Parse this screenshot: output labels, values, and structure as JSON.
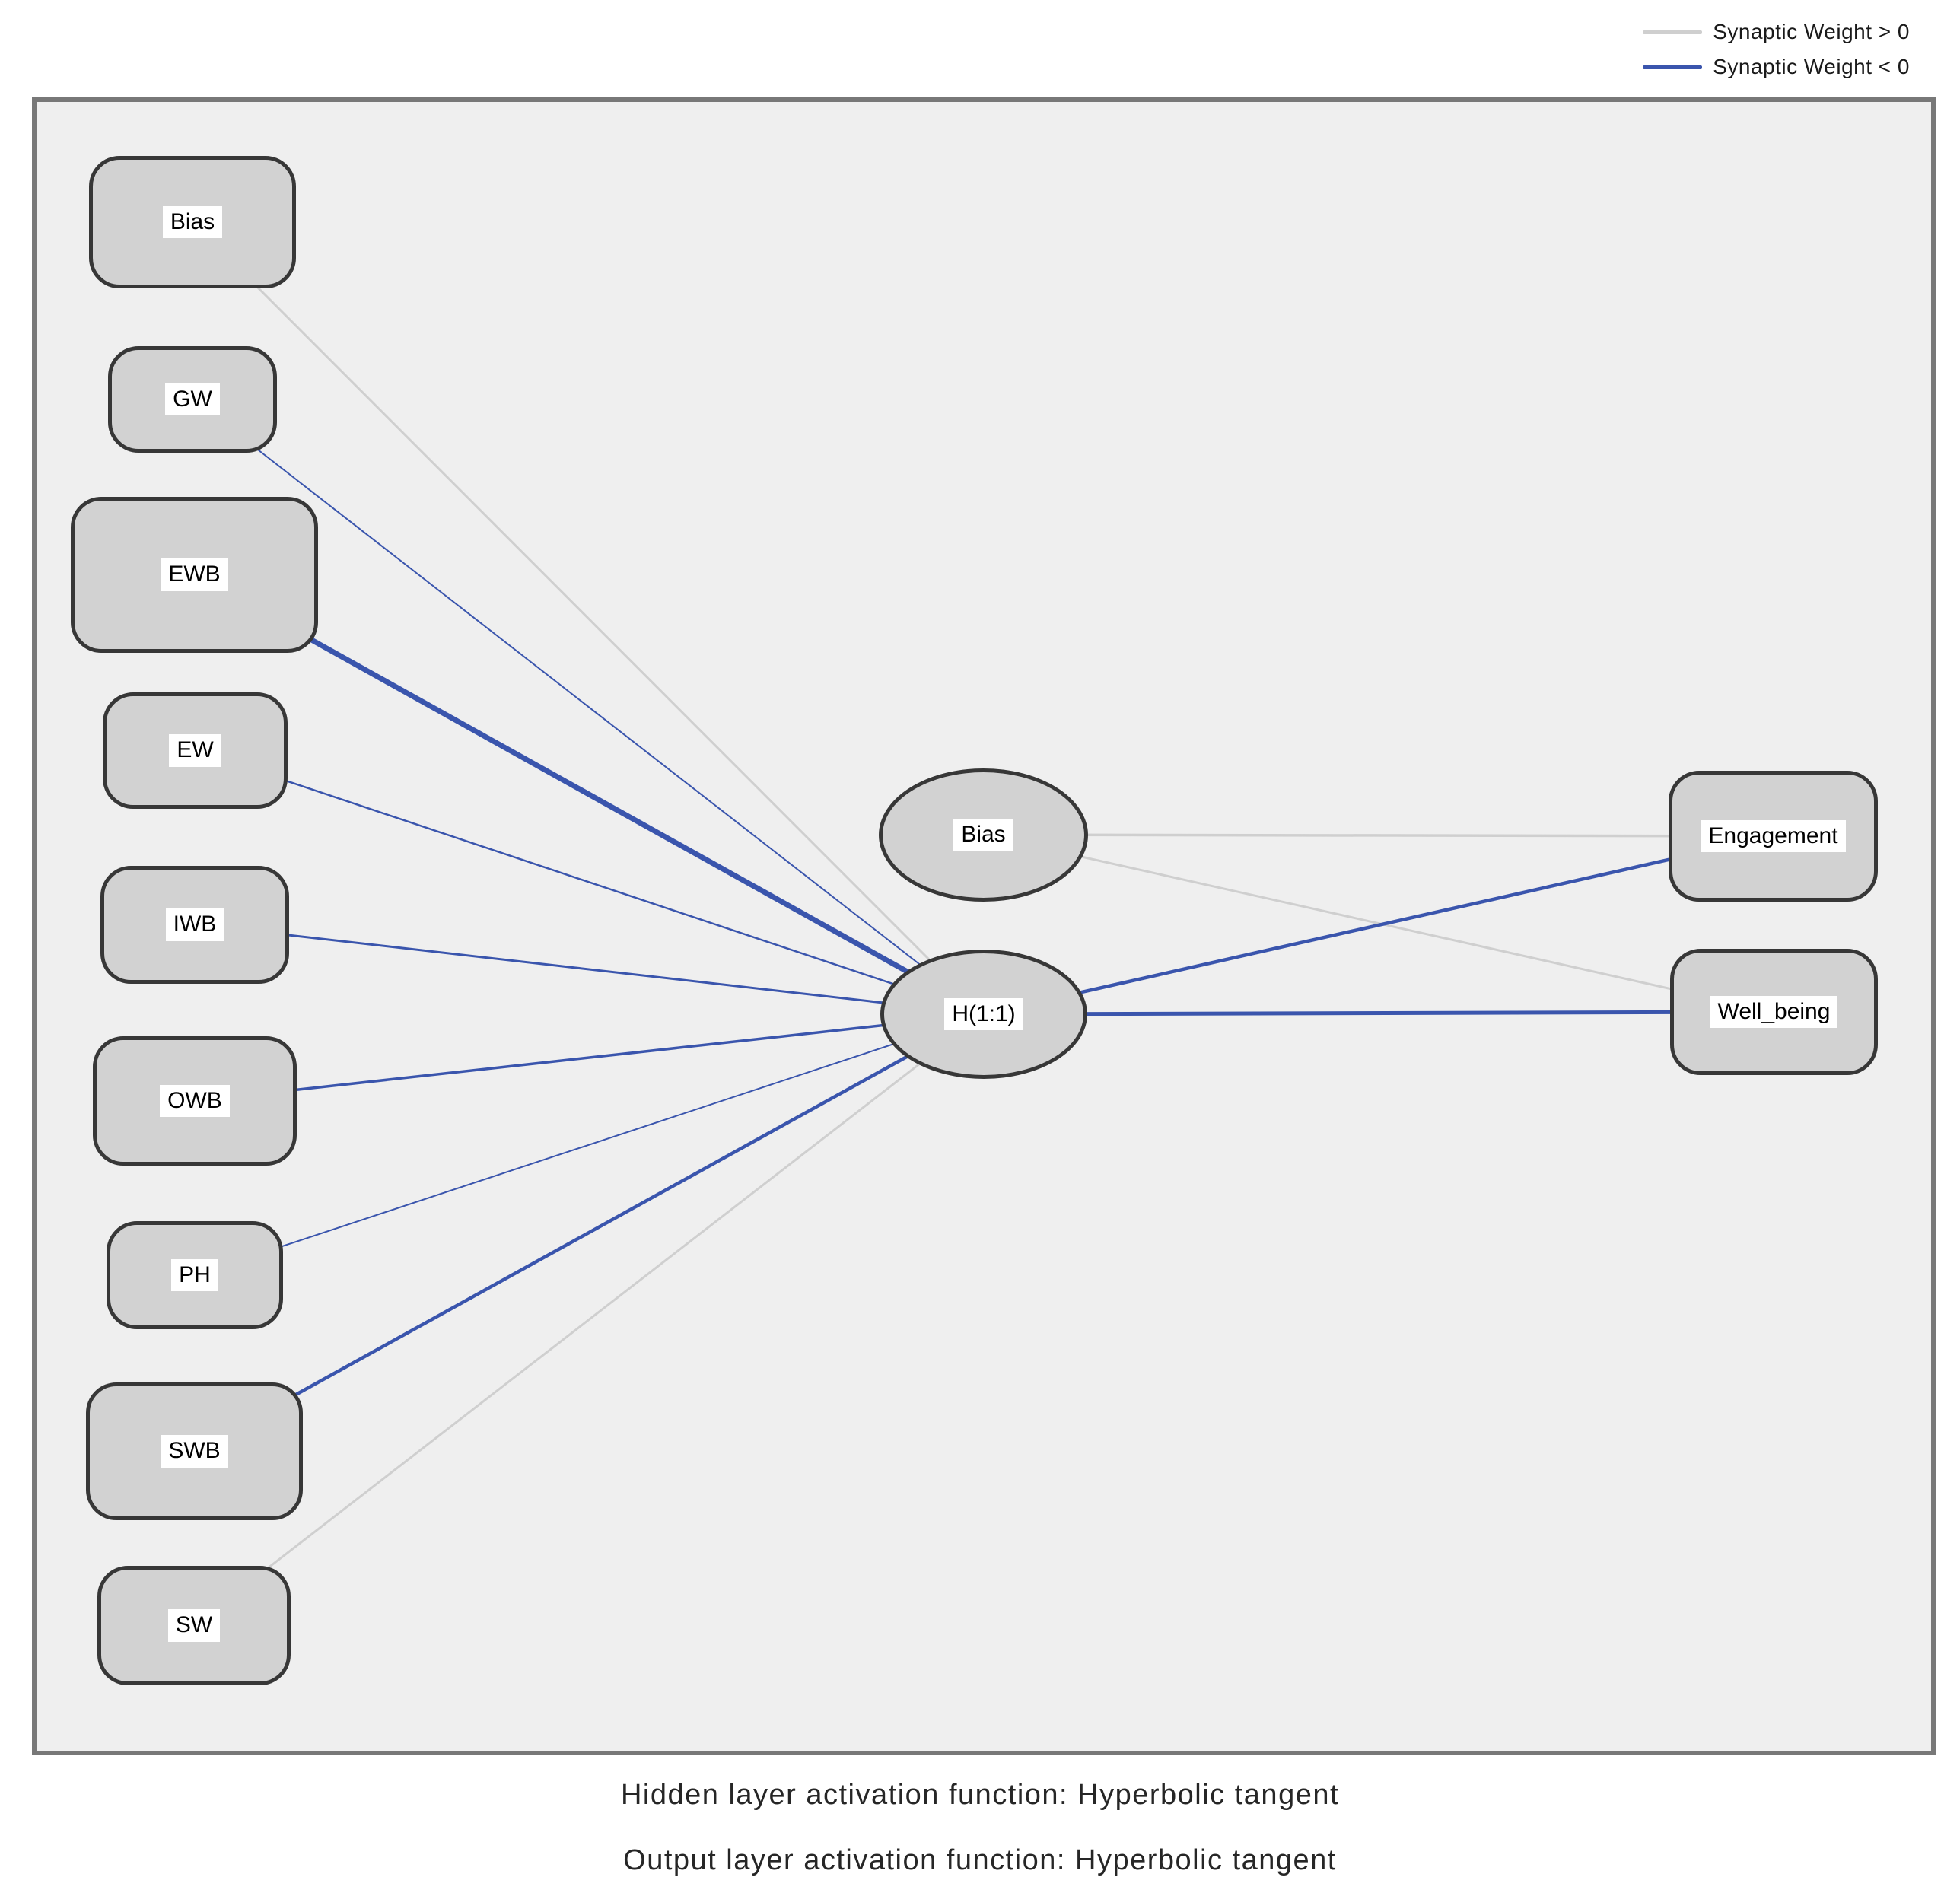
{
  "legend": {
    "positive_label": "Synaptic Weight > 0",
    "negative_label": "Synaptic Weight < 0",
    "positive_color": "#cfcfcf",
    "negative_color": "#3a55ad"
  },
  "nodes": [
    {
      "id": "bias-input",
      "label": "Bias",
      "shape": "rect",
      "layer": "input"
    },
    {
      "id": "gw",
      "label": "GW",
      "shape": "rect",
      "layer": "input"
    },
    {
      "id": "ewb",
      "label": "EWB",
      "shape": "rect",
      "layer": "input"
    },
    {
      "id": "ew",
      "label": "EW",
      "shape": "rect",
      "layer": "input"
    },
    {
      "id": "iwb",
      "label": "IWB",
      "shape": "rect",
      "layer": "input"
    },
    {
      "id": "owb",
      "label": "OWB",
      "shape": "rect",
      "layer": "input"
    },
    {
      "id": "ph",
      "label": "PH",
      "shape": "rect",
      "layer": "input"
    },
    {
      "id": "swb",
      "label": "SWB",
      "shape": "rect",
      "layer": "input"
    },
    {
      "id": "sw",
      "label": "SW",
      "shape": "rect",
      "layer": "input"
    },
    {
      "id": "bias-hidden",
      "label": "Bias",
      "shape": "ellipse",
      "layer": "hidden"
    },
    {
      "id": "h11",
      "label": "H(1:1)",
      "shape": "ellipse",
      "layer": "hidden"
    },
    {
      "id": "engagement",
      "label": "Engagement",
      "shape": "rect",
      "layer": "output"
    },
    {
      "id": "well-being",
      "label": "Well_being",
      "shape": "rect",
      "layer": "output"
    }
  ],
  "connections": [
    {
      "from": "bias-input",
      "to": "h11",
      "sign": "positive",
      "width": 3
    },
    {
      "from": "gw",
      "to": "h11",
      "sign": "negative",
      "width": 2
    },
    {
      "from": "ewb",
      "to": "h11",
      "sign": "negative",
      "width": 7
    },
    {
      "from": "ew",
      "to": "h11",
      "sign": "negative",
      "width": 2.5
    },
    {
      "from": "iwb",
      "to": "h11",
      "sign": "negative",
      "width": 3
    },
    {
      "from": "owb",
      "to": "h11",
      "sign": "negative",
      "width": 3.5
    },
    {
      "from": "ph",
      "to": "h11",
      "sign": "negative",
      "width": 2
    },
    {
      "from": "swb",
      "to": "h11",
      "sign": "negative",
      "width": 4.5
    },
    {
      "from": "sw",
      "to": "h11",
      "sign": "positive",
      "width": 3
    },
    {
      "from": "bias-hidden",
      "to": "engagement",
      "sign": "positive",
      "width": 3.5
    },
    {
      "from": "bias-hidden",
      "to": "well-being",
      "sign": "positive",
      "width": 3
    },
    {
      "from": "h11",
      "to": "engagement",
      "sign": "negative",
      "width": 4.5
    },
    {
      "from": "h11",
      "to": "well-being",
      "sign": "negative",
      "width": 5
    }
  ],
  "footer": {
    "line1": "Hidden layer activation function: Hyperbolic tangent",
    "line2": "Output layer activation function: Hyperbolic tangent"
  }
}
